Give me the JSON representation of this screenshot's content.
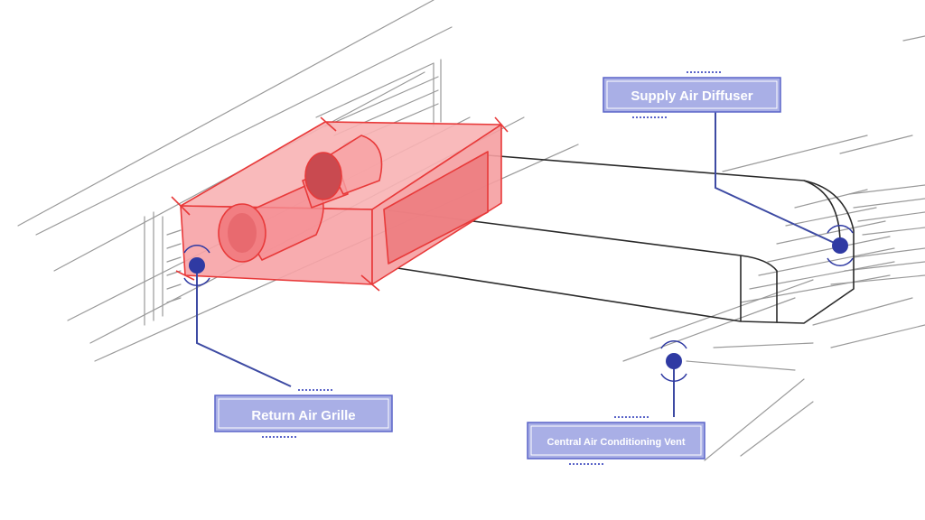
{
  "colors": {
    "sketch_line": "#9a9a9a",
    "sketch_dark": "#2a2a2a",
    "unit_fill": "#f7a3a6",
    "unit_stroke": "#e83a3a",
    "callout_line": "#3d4aa3",
    "marker": "#2f3aa3",
    "label_fill": "#a9afe6",
    "label_border": "#5a64c8",
    "label_text": "#ffffff"
  },
  "labels": {
    "supply_air_diffuser": "Supply Air Diffuser",
    "return_air_grille": "Return Air Grille",
    "central_ac_vent": "Central Air Conditioning Vent"
  }
}
